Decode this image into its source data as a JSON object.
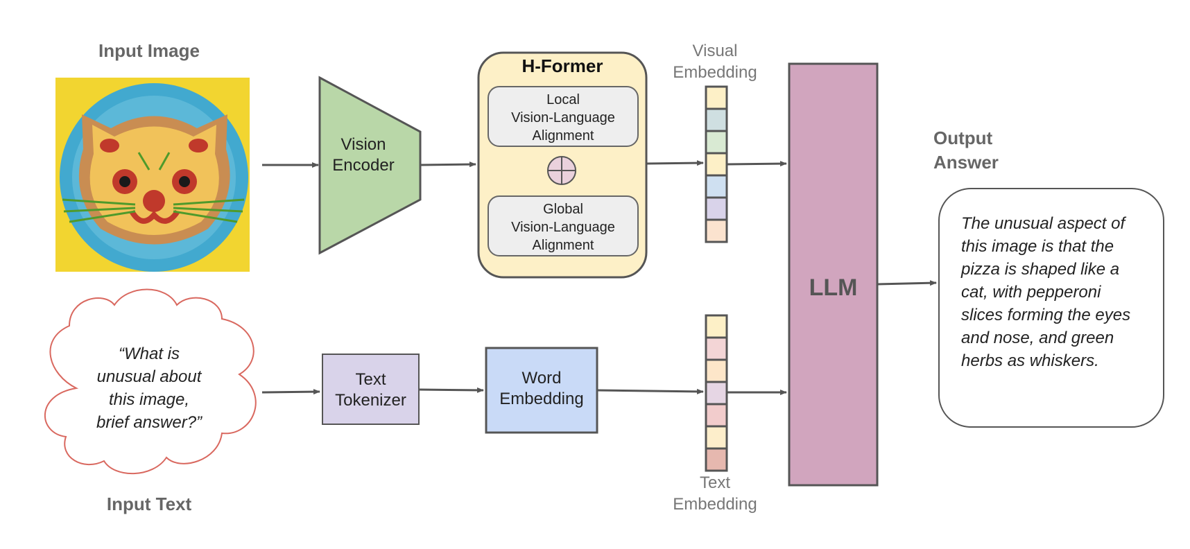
{
  "input_image": {
    "heading": "Input Image"
  },
  "vision_encoder": {
    "label": "Vision\nEncoder"
  },
  "hformer": {
    "title": "H-Former",
    "local": "Local\nVision-Language\nAlignment",
    "global": "Global\nVision-Language\nAlignment"
  },
  "visual_embedding": {
    "label": "Visual\nEmbedding"
  },
  "llm": {
    "label": "LLM"
  },
  "output": {
    "heading": "Output\nAnswer",
    "answer": "The unusual aspect of this image is that the pizza is shaped like a cat, with pepperoni slices forming the eyes and nose, and green herbs as whiskers."
  },
  "input_text": {
    "question": "“What is\nunusual about\nthis image,\nbrief answer?”",
    "heading": "Input Text"
  },
  "text_tokenizer": {
    "label": "Text\nTokenizer"
  },
  "word_embedding": {
    "label": "Word\nEmbedding"
  },
  "text_embedding": {
    "label": "Text\nEmbedding"
  },
  "colors": {
    "vision_encoder": "#b9d7a8",
    "hformer_bg": "#fdf0c7",
    "inner_box": "#eeeeee",
    "text_tokenizer": "#d9d3ea",
    "word_embedding": "#c9daf7",
    "llm": "#d1a5be",
    "cloud_stroke": "#d9685f",
    "arrow": "#555555",
    "plus_fill": "#ead1dc",
    "image_bg": "#f2d530",
    "plate": "#42a9cf"
  },
  "visual_embedding_cells": [
    "#fdf0c7",
    "#cfdfe1",
    "#d9ead3",
    "#fdf0c7",
    "#cfe0f1",
    "#d9d3ea",
    "#fbe3cf"
  ],
  "text_embedding_cells": [
    "#fdf0c7",
    "#f3d5d6",
    "#fde6c9",
    "#e6d6e4",
    "#f2cccc",
    "#fdeecb",
    "#e6b8af"
  ]
}
